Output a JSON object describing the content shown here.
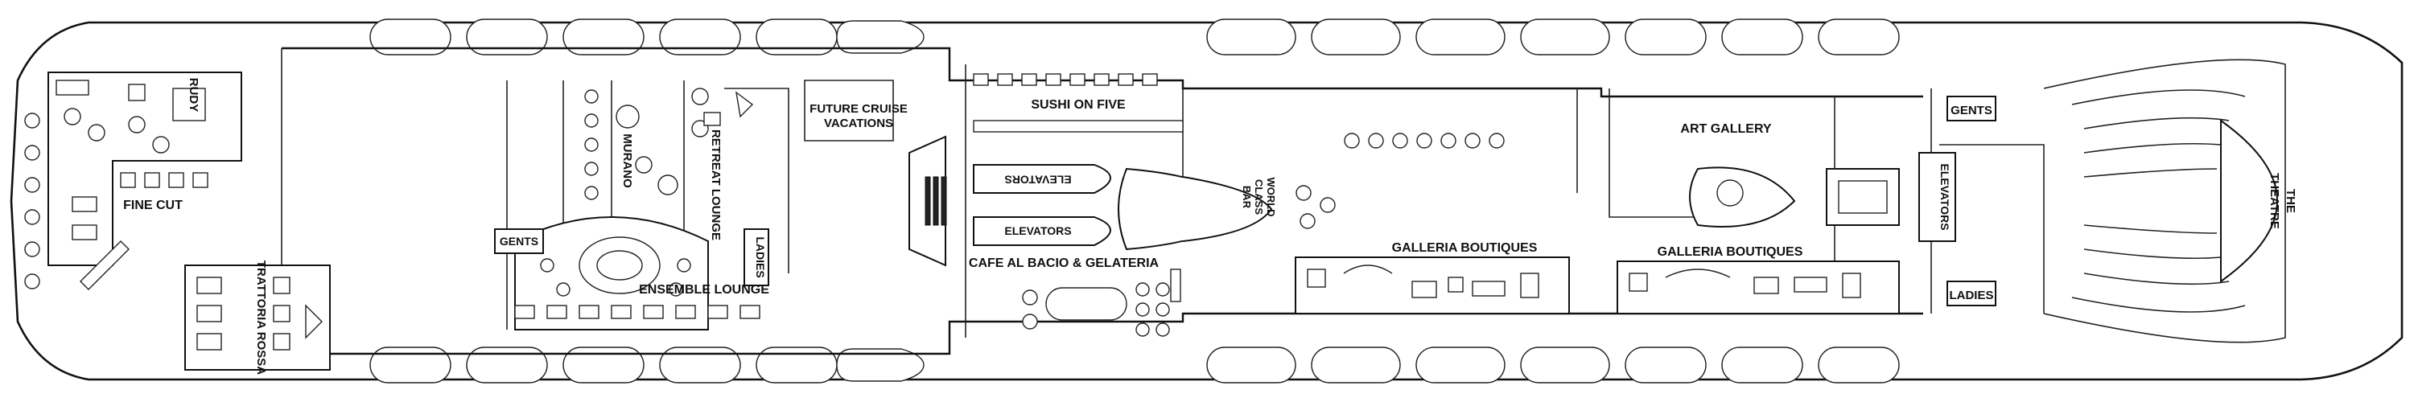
{
  "labels": {
    "rudy": "RUDY",
    "fine_cut": "FINE CUT",
    "trattoria_rossa": "TRATTORIA ROSSA",
    "gents_left": "GENTS",
    "murano": "MURANO",
    "retreat_lounge": "RETREAT LOUNGE",
    "ladies_mid": "LADIES",
    "ensemble_lounge": "ENSEMBLE LOUNGE",
    "future_cruise": "FUTURE CRUISE",
    "vacations": "VACATIONS",
    "sushi_on_five": "SUSHI ON FIVE",
    "elevators_fwd_top": "ELEVATORS",
    "elevators_fwd_bottom": "ELEVATORS",
    "world_class_bar_1": "WORLD",
    "world_class_bar_2": "CLASS",
    "world_class_bar_3": "BAR",
    "cafe_al_bacio": "CAFE AL BACIO & GELATERIA",
    "galleria_boutiques_left": "GALLERIA BOUTIQUES",
    "art_gallery": "ART GALLERY",
    "galleria_boutiques_right": "GALLERIA BOUTIQUES",
    "elevators_aft": "ELEVATORS",
    "gents_right": "GENTS",
    "ladies_right": "LADIES",
    "the_theatre_1": "THE",
    "the_theatre_2": "THEATRE"
  }
}
